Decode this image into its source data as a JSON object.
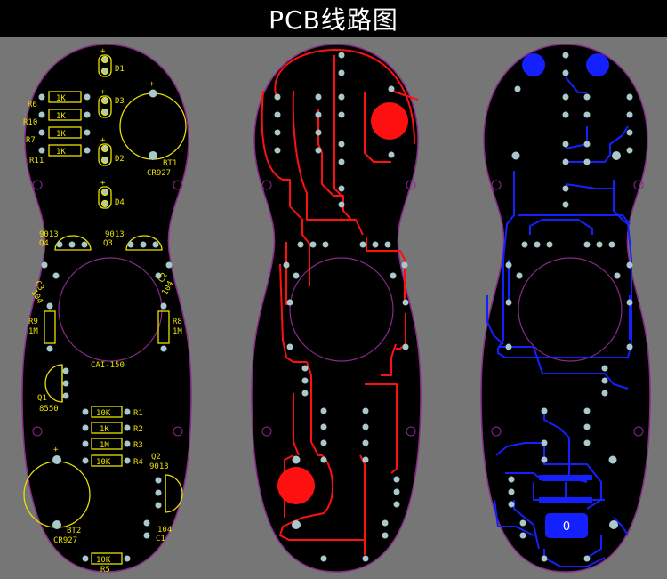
{
  "title": "PCB线路图",
  "colors": {
    "background": "#767676",
    "board": "#000000",
    "outline": "#8a2a8a",
    "silkscreen": "#e8e000",
    "pad": "#a8c8cc",
    "top_copper": "#ff1010",
    "bottom_copper": "#1520ff"
  },
  "silkscreen_labels": {
    "D1": "D1",
    "D2": "D2",
    "D3": "D3",
    "D4": "D4",
    "R6": "R6",
    "R10": "R10",
    "R7": "R7",
    "R11": "R11",
    "k1": "1K",
    "BT1": "BT1",
    "CR927": "CR927",
    "Q4": "Q4",
    "Q3": "Q3",
    "S9013": "9013",
    "C3": "C3",
    "C2": "C2",
    "v104": "104",
    "R9": "R9",
    "R8": "R8",
    "m1": "1M",
    "CAI150": "CAI-150",
    "Q1": "Q1",
    "S8550": "8550",
    "R1": "R1",
    "R2": "R2",
    "R3": "R3",
    "R4": "R4",
    "R5": "R5",
    "k10": "10K",
    "Q2": "Q2",
    "BT2": "BT2",
    "C1": "C1",
    "plus": "+"
  },
  "bottom_pad_label": "0"
}
